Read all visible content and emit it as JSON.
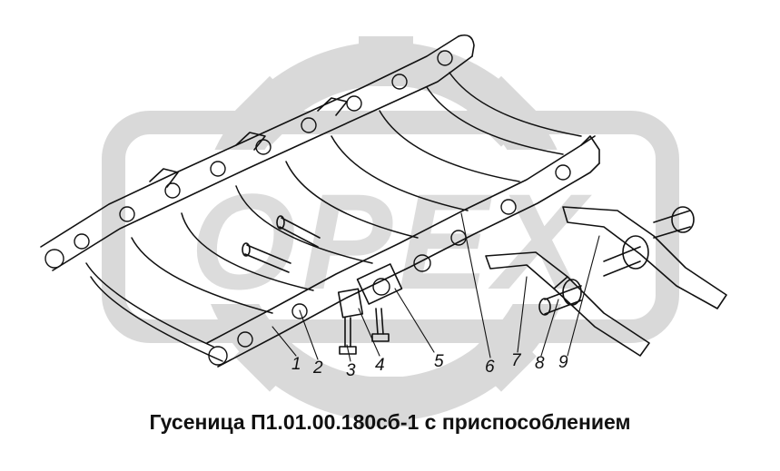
{
  "caption": "Гусеница П1.01.00.180сб-1 с приспособлением",
  "callouts": [
    "1",
    "2",
    "3",
    "4",
    "5",
    "6",
    "7",
    "8",
    "9"
  ],
  "colors": {
    "line": "#111111",
    "watermark": "#d9d9d9"
  },
  "watermark": {
    "text": "ОРЕХ"
  }
}
